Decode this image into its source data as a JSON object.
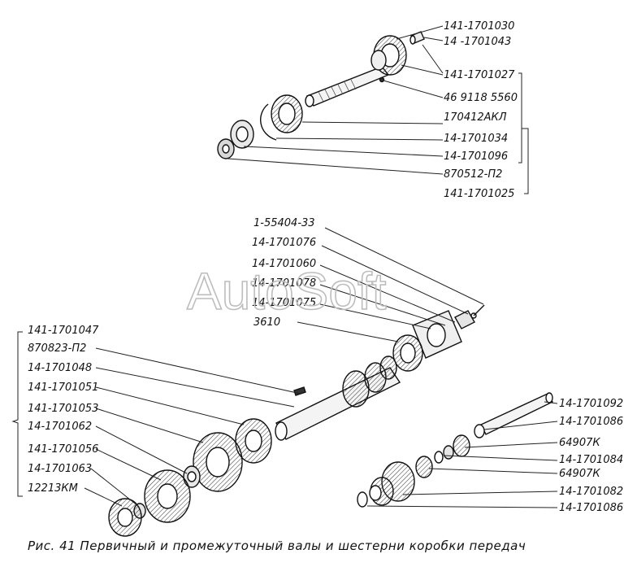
{
  "watermark": "AutoSoft",
  "caption": "Рис. 41  Первичный и промежуточный валы и шестерни коробки передач",
  "labels_top": [
    {
      "id": "a1",
      "text": "141-1701030"
    },
    {
      "id": "a2",
      "text": "14 -1701043"
    },
    {
      "id": "a3",
      "text": "141-1701027"
    },
    {
      "id": "a4",
      "text": "46 9118 5560"
    },
    {
      "id": "a5",
      "text": "170412АКЛ"
    },
    {
      "id": "a6",
      "text": "14-1701034"
    },
    {
      "id": "a7",
      "text": "14-1701096"
    },
    {
      "id": "a8",
      "text": "870512-П2"
    },
    {
      "id": "a9",
      "text": "141-1701025"
    }
  ],
  "labels_mid": [
    {
      "id": "b1",
      "text": "1-55404-33"
    },
    {
      "id": "b2",
      "text": "14-1701076"
    },
    {
      "id": "b3",
      "text": "14-1701060"
    },
    {
      "id": "b4",
      "text": "14-1701078"
    },
    {
      "id": "b5",
      "text": "14-1701075"
    },
    {
      "id": "b6",
      "text": "3610"
    }
  ],
  "labels_left": [
    {
      "id": "c1",
      "text": "141-1701047"
    },
    {
      "id": "c2",
      "text": "870823-П2"
    },
    {
      "id": "c3",
      "text": "14-1701048"
    },
    {
      "id": "c4",
      "text": "141-1701051"
    },
    {
      "id": "c5",
      "text": "141-1701053"
    },
    {
      "id": "c6",
      "text": "14-1701062"
    },
    {
      "id": "c7",
      "text": "141-1701056"
    },
    {
      "id": "c8",
      "text": "14-1701063"
    },
    {
      "id": "c9",
      "text": "12213КМ"
    }
  ],
  "labels_right": [
    {
      "id": "d1",
      "text": "14-1701092"
    },
    {
      "id": "d2",
      "text": "14-1701086"
    },
    {
      "id": "d3",
      "text": "64907К"
    },
    {
      "id": "d4",
      "text": "14-1701084"
    },
    {
      "id": "d5",
      "text": "64907К"
    },
    {
      "id": "d6",
      "text": "14-1701082"
    },
    {
      "id": "d7",
      "text": "14-1701086"
    }
  ]
}
